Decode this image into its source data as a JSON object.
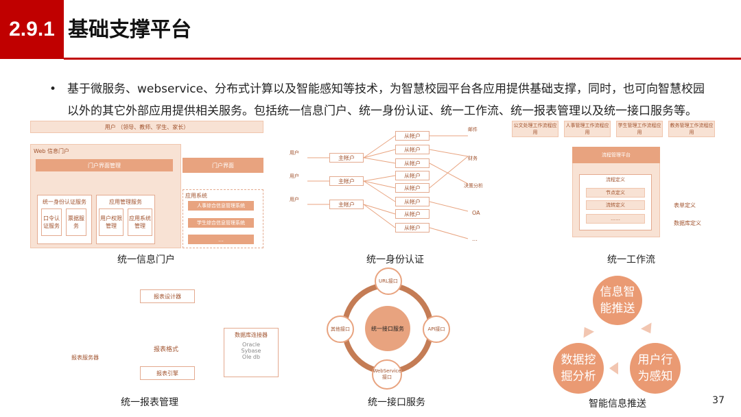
{
  "header": {
    "section_number": "2.9.1",
    "title": "基础支撑平台"
  },
  "bullet": {
    "line1": "基于微服务、webservice、分布式计算以及智能感知等技术，为智慧校园平台各应用提供基础支撑，同时，也可向智慧校园",
    "line2": "以外的其它外部应用提供相关服务。包括统一信息门户、统一身份认证、统一工作流、统一报表管理以及统一接口服务等。"
  },
  "diagrams": {
    "portal": {
      "caption": "统一信息门户",
      "users": "用户 （领导、教师、学生、家长）",
      "web_portal": "Web 信息门户",
      "portal_mgmt": "门户界面管理",
      "portal_ui": "门户界面",
      "auth_service": "统一身份认证服务",
      "token_auth": "口令认证服务",
      "ticket_service": "票据服务",
      "app_mgmt_service": "应用管理服务",
      "user_perm": "用户权限管理",
      "app_sys_mgmt": "应用系统管理",
      "app_system": "应用系统",
      "hr_system": "人事综合信息管理系统",
      "student_system": "学生综合信息管理系统",
      "ellipsis": "…"
    },
    "identity": {
      "caption": "统一身份认证",
      "user_label": "用户",
      "main_account": "主帐户",
      "sub_account": "从帐户",
      "targets": [
        "邮件",
        "财务",
        "决策分析",
        "OA",
        "…"
      ]
    },
    "workflow": {
      "caption": "统一工作流",
      "apps": [
        "公文处理工作流程应用",
        "人事管理工作流程应用",
        "学生管理工作流程应用",
        "教务管理工作流程应用"
      ],
      "platform": "流程管理平台",
      "def_title": "流程定义",
      "nodes": [
        "节点定义",
        "流转定义",
        "……"
      ],
      "form_def": "表单定义",
      "db_def": "数据库定义"
    },
    "report": {
      "caption": "统一报表管理",
      "designer": "报表设计器",
      "format": "报表格式",
      "engine": "报表引擎",
      "server": "报表服务器",
      "db_conn": "数据库连接器",
      "dbs": "Oracle\nSybase\nOle db"
    },
    "interface": {
      "caption": "统一接口服务",
      "center": "统一接口服务",
      "top": "URL接口",
      "left": "其他接口",
      "right": "API接口",
      "bottom": "WebService接口"
    },
    "push": {
      "caption": "智能信息推送",
      "top": "信息智能推送",
      "left": "数据挖掘分析",
      "right": "用户行为感知"
    }
  },
  "page_number": "37",
  "colors": {
    "accent": "#c00000",
    "diagram": "#e8a37f"
  }
}
